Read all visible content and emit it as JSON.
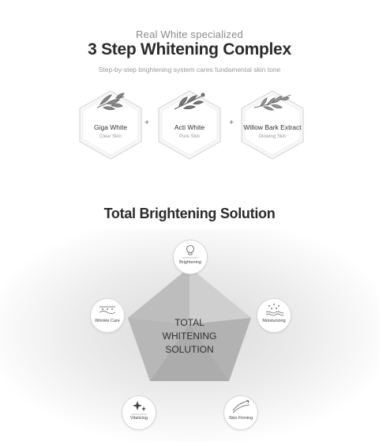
{
  "header": {
    "eyebrow": "Real White specialized",
    "title": "3 Step Whitening Complex",
    "description": "Step-by-step brightening system cares fundamental skin tone"
  },
  "ingredients": [
    {
      "name": "Giga White",
      "subtitle": "Clear Skin",
      "icon": "leaf-bundle-illustration"
    },
    {
      "name": "Acti White",
      "subtitle": "Pure Skin",
      "icon": "herb-sprig-illustration"
    },
    {
      "name": "Willow Bark Extract",
      "subtitle": "Glowing Skin",
      "icon": "willow-branch-illustration"
    }
  ],
  "separators": [
    "+",
    "+"
  ],
  "solution": {
    "title": "Total Brightening Solution",
    "center_lines": [
      "TOTAL",
      "WHITENING",
      "SOLUTION"
    ],
    "benefits": [
      {
        "label": "Brightening",
        "icon": "lightbulb-icon"
      },
      {
        "label": "Moisturizing",
        "icon": "water-drops-icon"
      },
      {
        "label": "Skin Firming",
        "icon": "firming-lines-icon"
      },
      {
        "label": "Vitalizing",
        "icon": "sparkle-icon"
      },
      {
        "label": "Wrinkle Care",
        "icon": "wrinkle-care-icon"
      }
    ]
  },
  "colors": {
    "pentagon": "#bdbdbd",
    "pentagon_shadow": "#a8a8a8",
    "hex_stroke": "#d4d4d4",
    "title": "#2b2b2b"
  }
}
